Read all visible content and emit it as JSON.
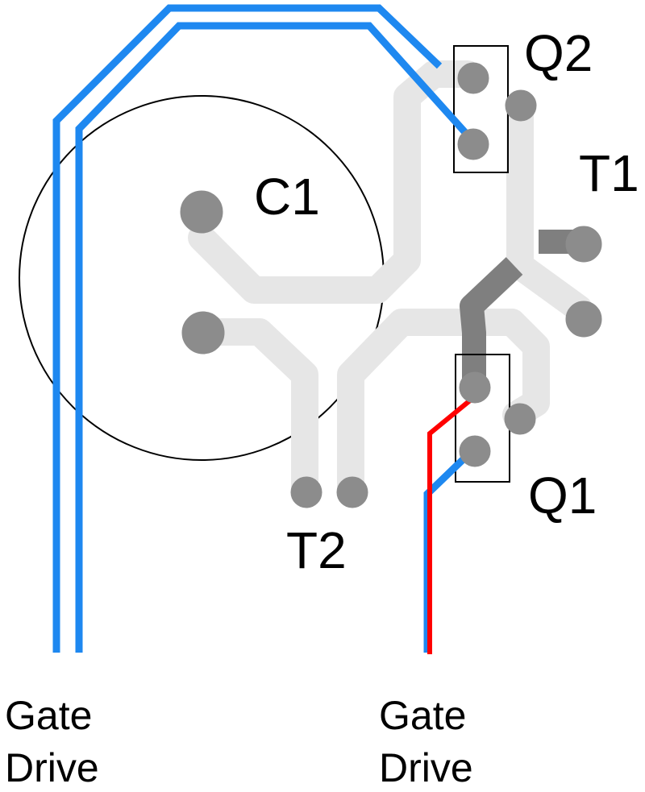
{
  "labels": {
    "c1": "C1",
    "q1": "Q1",
    "q2": "Q2",
    "t1": "T1",
    "t2": "T2"
  },
  "captions": {
    "left": {
      "line1": "Gate",
      "line2": "Drive"
    },
    "right": {
      "line1": "Gate",
      "line2": "Drive"
    }
  },
  "colors": {
    "trace_light": "#e6e6e6",
    "trace_dark": "#7f7f7f",
    "pad": "#8c8c8c",
    "gate_blue": "#1e88f0",
    "gate_red": "#ff0000",
    "outline": "#000000"
  }
}
